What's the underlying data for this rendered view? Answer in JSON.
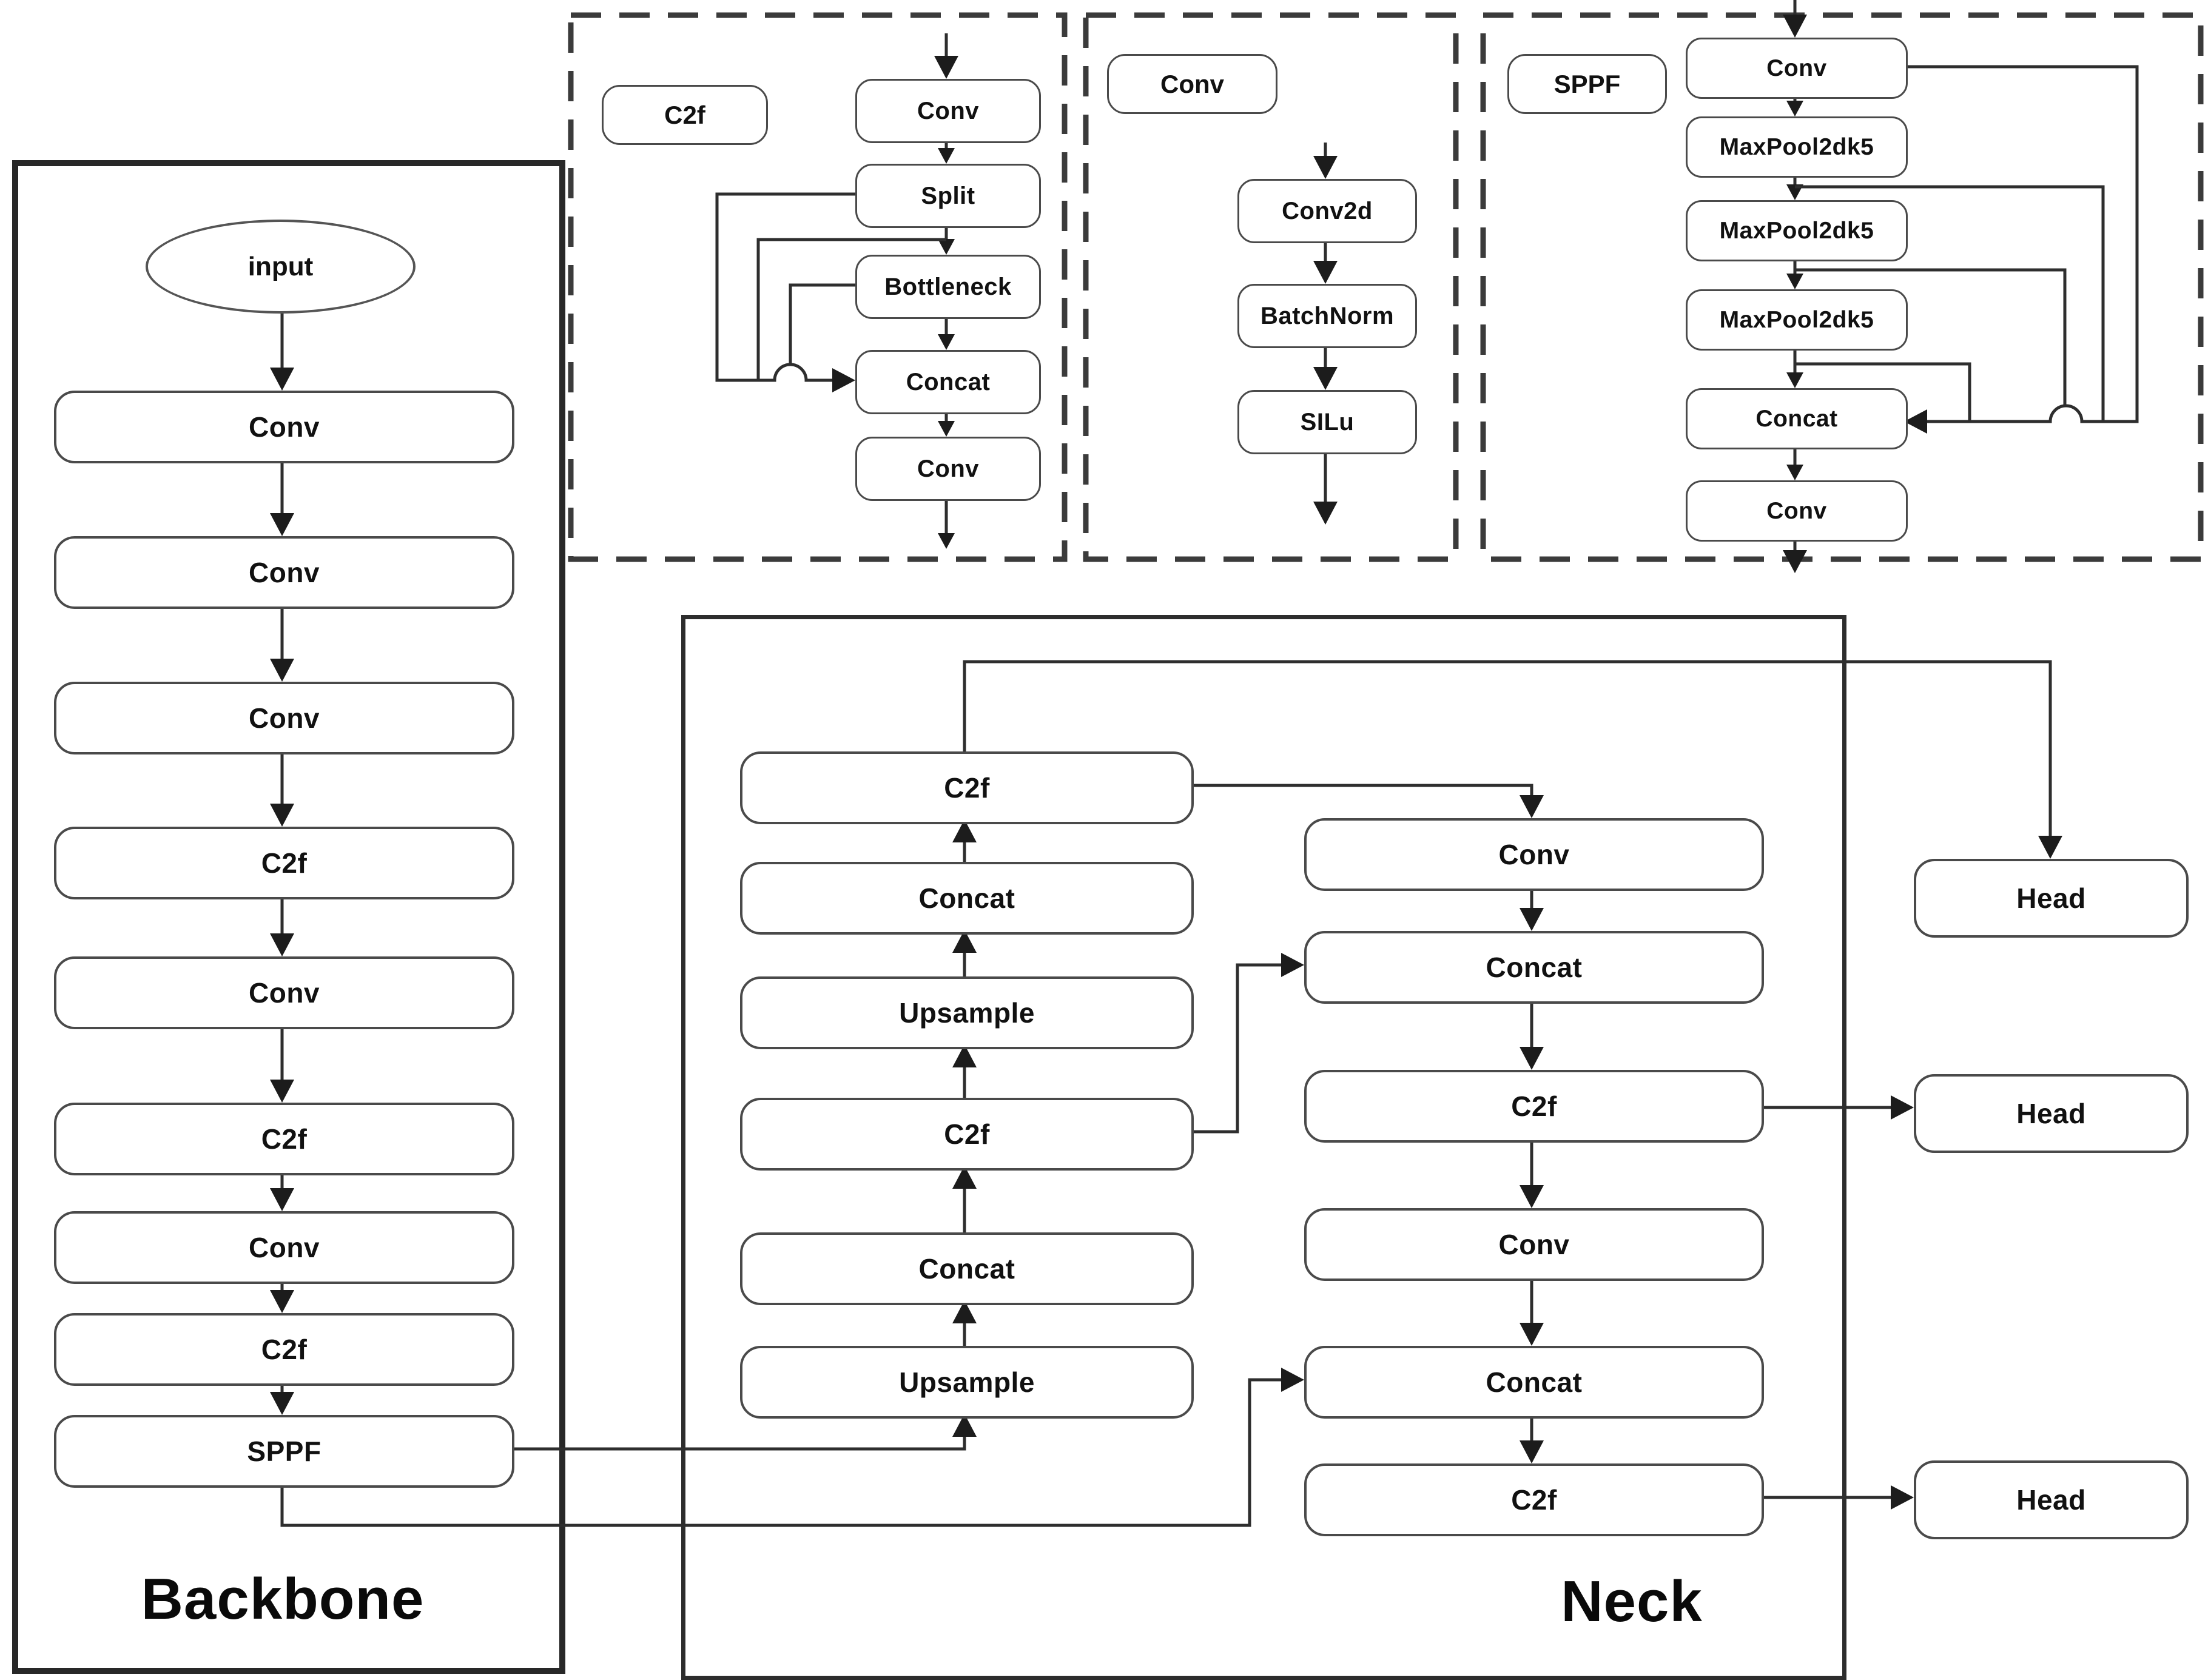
{
  "backbone": {
    "title": "Backbone",
    "input_label": "input",
    "nodes": [
      "Conv",
      "Conv",
      "Conv",
      "C2f",
      "Conv",
      "C2f",
      "Conv",
      "C2f",
      "SPPF"
    ]
  },
  "neck": {
    "title": "Neck",
    "left_nodes": [
      "C2f",
      "Concat",
      "Upsample",
      "C2f",
      "Concat",
      "Upsample"
    ],
    "right_nodes": [
      "Conv",
      "Concat",
      "C2f",
      "Conv",
      "Concat",
      "C2f"
    ]
  },
  "heads": [
    "Head",
    "Head",
    "Head"
  ],
  "c2f_detail": {
    "label": "C2f",
    "nodes": [
      "Conv",
      "Split",
      "Bottleneck",
      "Concat",
      "Conv"
    ]
  },
  "conv_detail": {
    "label": "Conv",
    "nodes": [
      "Conv2d",
      "BatchNorm",
      "SILu"
    ]
  },
  "sppf_detail": {
    "label": "SPPF",
    "nodes": [
      "Conv",
      "MaxPool2dk5",
      "MaxPool2dk5",
      "MaxPool2dk5",
      "Concat",
      "Conv"
    ]
  },
  "colors": {
    "line": "#2e2e2e",
    "box_border": "#4a4a4a",
    "text": "#111111",
    "background": "#ffffff"
  }
}
